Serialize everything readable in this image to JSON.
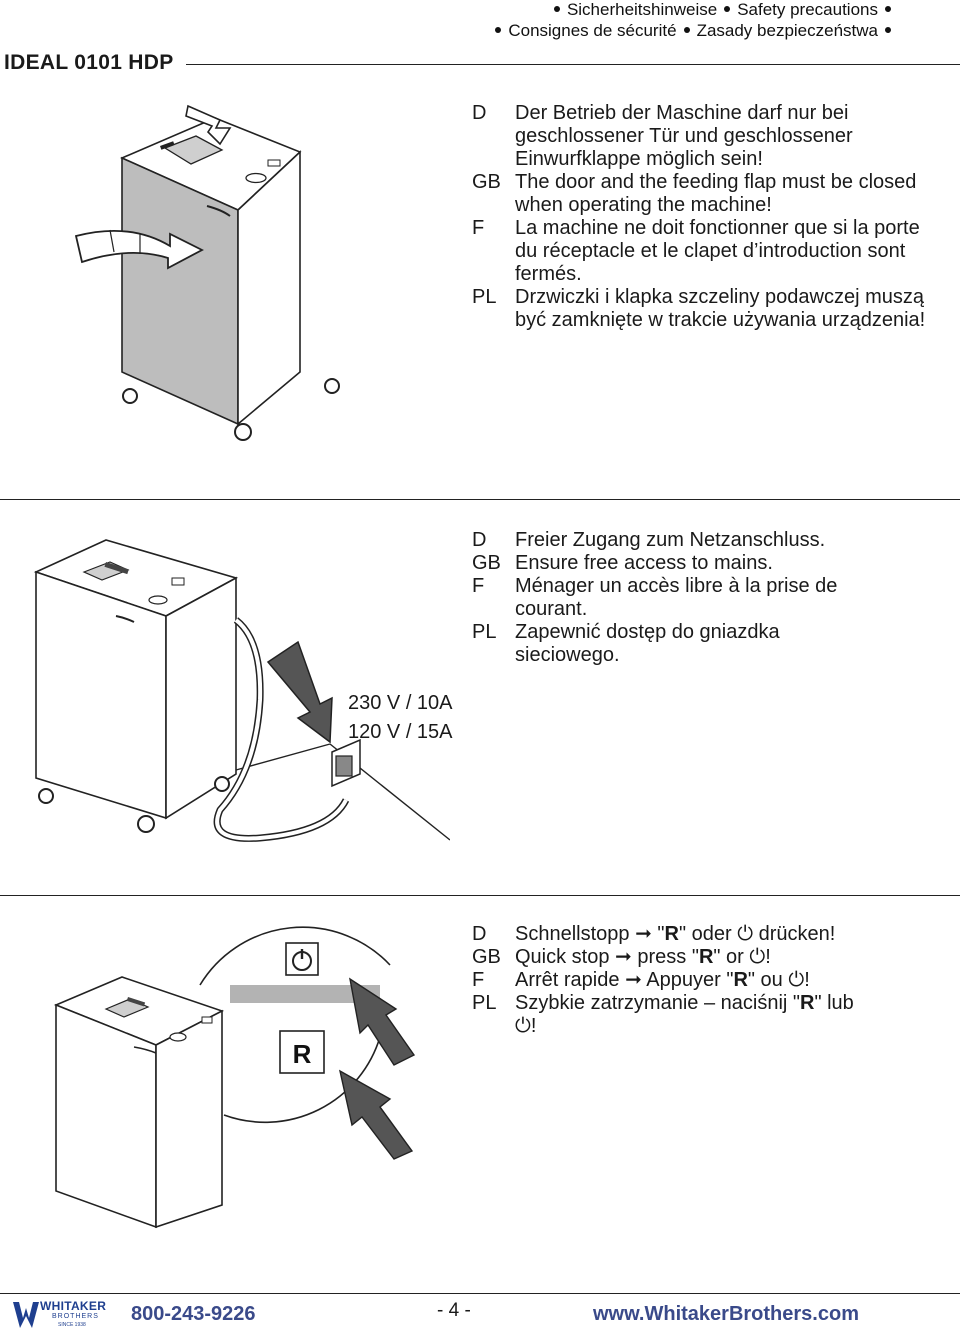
{
  "header": {
    "line1": [
      "Sicherheitshinweise",
      "Safety precautions"
    ],
    "line2": [
      "Consignes de sécurité",
      "Zasady bezpieczeństwa"
    ],
    "model": "IDEAL 0101 HDP"
  },
  "sections": [
    {
      "rows": [
        {
          "code": "D",
          "text": "Der Betrieb der Maschine darf nur bei geschlossener Tür und geschlossener Einwurfklappe möglich sein!"
        },
        {
          "code": "GB",
          "text": "The door and the feeding flap must be closed when operating the machine!"
        },
        {
          "code": "F",
          "text": "La machine ne doit fonctionner que si la porte du réceptacle et le clapet d’introduction sont fermés."
        },
        {
          "code": "PL",
          "text": "Drzwiczki i klapka szczeliny podawczej muszą być zamknięte w trakcie używania urządzenia!"
        }
      ]
    },
    {
      "rows": [
        {
          "code": "D",
          "text": "Freier Zugang zum Netzanschluss."
        },
        {
          "code": "GB",
          "text": "Ensure free access to mains."
        },
        {
          "code": "F",
          "text": "Ménager un accès libre à la prise de courant."
        },
        {
          "code": "PL",
          "text": "Zapewnić dostęp do gniazdka sieciowego."
        }
      ],
      "voltage": [
        "230 V / 10A",
        "120 V / 15A"
      ]
    },
    {
      "rows": [
        {
          "code": "D",
          "a": "Schnellstopp",
          "b": "\"",
          "key": "R",
          "c": "\" oder",
          "d": "drücken!"
        },
        {
          "code": "GB",
          "a": "Quick stop",
          "b": "press \"",
          "key": "R",
          "c": "\" or",
          "d": "!"
        },
        {
          "code": "F",
          "a": "Arrêt rapide",
          "b": "Appuyer \"",
          "key": "R",
          "c": "\" ou",
          "d": "!"
        },
        {
          "code": "PL",
          "a": "Szybkie zatrzymanie – naciśnij \"",
          "key": "R",
          "c": "\" lub",
          "d": "!"
        }
      ],
      "button_label": "R"
    }
  ],
  "footer": {
    "logo_name": "WHITAKER",
    "logo_sub": "BROTHERS",
    "logo_since": "SINCE 1938",
    "phone": "800-243-9226",
    "page": "- 4 -",
    "website": "www.WhitakerBrothers.com"
  },
  "colors": {
    "cabinet_side": "#bdbdbd",
    "brand_blue": "#3a4a8a",
    "text": "#1a1a1a"
  }
}
